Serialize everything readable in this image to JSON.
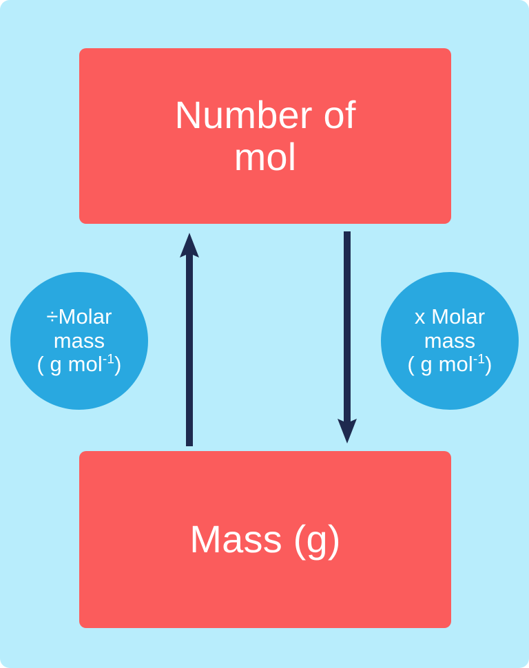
{
  "diagram": {
    "title": "Mole and mass conversion diagram",
    "background_color": "#b8edfc",
    "box_color": "#fb5c5c",
    "circle_color": "#29a8e0",
    "arrow_color": "#1e2a4f",
    "text_color": "#ffffff"
  },
  "boxes": {
    "top": {
      "label": "Number of\nmol",
      "name": "number-of-mol"
    },
    "bottom": {
      "label": "Mass (g)",
      "name": "mass-g"
    }
  },
  "operations": {
    "left": {
      "line1": "÷Molar",
      "line2": "mass",
      "unit_open": "( g mol",
      "unit_exponent": "-1",
      "unit_close": ")",
      "operator": "÷",
      "direction": "mass-to-mol"
    },
    "right": {
      "line1": "x Molar",
      "line2": "mass",
      "unit_open": "( g mol",
      "unit_exponent": "-1",
      "unit_close": ")",
      "operator": "x",
      "direction": "mol-to-mass"
    }
  },
  "arrows": {
    "left": {
      "name": "arrow-up-mass-to-mol",
      "direction": "up"
    },
    "right": {
      "name": "arrow-down-mol-to-mass",
      "direction": "down"
    }
  }
}
